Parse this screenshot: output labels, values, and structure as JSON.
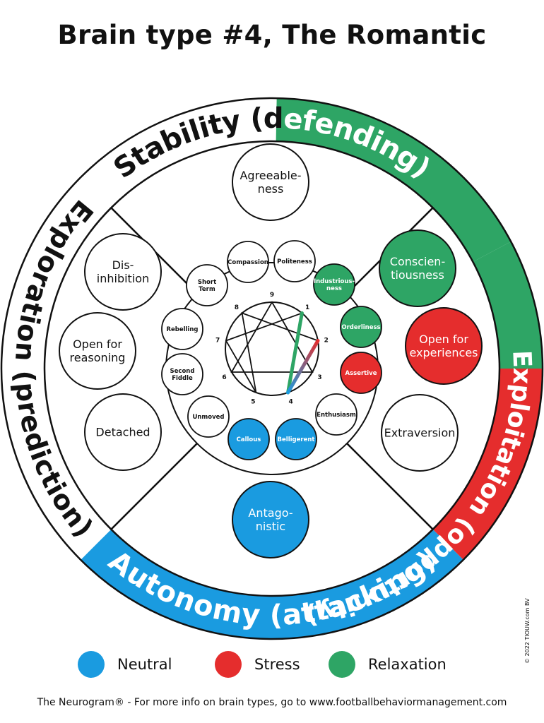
{
  "title": "Brain type #4, The Romantic",
  "colors": {
    "neutral": "#1a9be0",
    "stress": "#e52d2d",
    "relaxation": "#2ea565",
    "white": "#ffffff"
  },
  "outer_ring": [
    {
      "text": "Stability (d",
      "color": "white"
    },
    {
      "text": "efending)",
      "color": "relaxation"
    },
    {
      "text": "Exploitation (",
      "color": "relaxation"
    },
    {
      "text": "opportunity)",
      "color": "stress"
    },
    {
      "text": "Autonomy (attacking)",
      "color": "neutral"
    },
    {
      "text": "Exploration (prediction)",
      "color": "white"
    }
  ],
  "big_circles": [
    {
      "label": "Agreeable-\nness",
      "color": "white"
    },
    {
      "label": "Conscien-\ntiousness",
      "color": "relaxation"
    },
    {
      "label": "Open for\nexperiences",
      "color": "stress"
    },
    {
      "label": "Extraversion",
      "color": "white"
    },
    {
      "label": "Antago-\nnistic",
      "color": "neutral"
    },
    {
      "label": "Detached",
      "color": "white"
    },
    {
      "label": "Open for\nreasoning",
      "color": "white"
    },
    {
      "label": "Dis-\ninhibition",
      "color": "white"
    }
  ],
  "small_circles": [
    {
      "label": "Compassion",
      "color": "white"
    },
    {
      "label": "Politeness",
      "color": "white"
    },
    {
      "label": "Industrious-\nness",
      "color": "relaxation"
    },
    {
      "label": "Orderliness",
      "color": "relaxation"
    },
    {
      "label": "Assertive",
      "color": "stress"
    },
    {
      "label": "Enthusiasm",
      "color": "white"
    },
    {
      "label": "Belligerent",
      "color": "neutral"
    },
    {
      "label": "Callous",
      "color": "neutral"
    },
    {
      "label": "Unmoved",
      "color": "white"
    },
    {
      "label": "Second\nFiddle",
      "color": "white"
    },
    {
      "label": "Rebelling",
      "color": "white"
    },
    {
      "label": "Short\nTerm",
      "color": "white"
    }
  ],
  "enneagram_numbers": [
    "1",
    "2",
    "3",
    "4",
    "5",
    "6",
    "7",
    "8",
    "9"
  ],
  "legend": [
    {
      "label": "Neutral",
      "color": "neutral"
    },
    {
      "label": "Stress",
      "color": "stress"
    },
    {
      "label": "Relaxation",
      "color": "relaxation"
    }
  ],
  "footer": "The Neurogram® - For more info on brain types, go to www.footballbehaviormanagement.com",
  "copyright": "© 2022 TIOUW.com BV"
}
